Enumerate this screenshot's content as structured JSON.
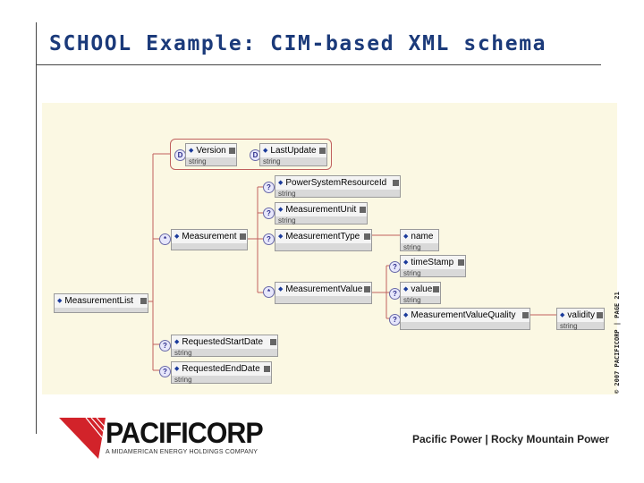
{
  "slide": {
    "title": "SCHOOL Example: CIM-based XML schema",
    "copyright": "© 2007 PACIFICORP | PAGE 21"
  },
  "schema": {
    "root": {
      "name": "MeasurementList"
    },
    "version": {
      "name": "Version",
      "type": "string"
    },
    "last_update": {
      "name": "LastUpdate",
      "type": "string"
    },
    "measurement": {
      "name": "Measurement"
    },
    "psr_id": {
      "name": "PowerSystemResourceId",
      "type": "string"
    },
    "unit": {
      "name": "MeasurementUnit",
      "type": "string"
    },
    "mtype": {
      "name": "MeasurementType"
    },
    "mtype_name": {
      "name": "name",
      "type": "string"
    },
    "mvalue": {
      "name": "MeasurementValue"
    },
    "timestamp": {
      "name": "timeStamp",
      "type": "string"
    },
    "value": {
      "name": "value",
      "type": "string"
    },
    "quality": {
      "name": "MeasurementValueQuality"
    },
    "validity": {
      "name": "validity",
      "type": "string"
    },
    "req_start": {
      "name": "RequestedStartDate",
      "type": "string"
    },
    "req_end": {
      "name": "RequestedEndDate",
      "type": "string"
    },
    "icons": {
      "attribute": "D",
      "optional": "?",
      "repeating": "*"
    },
    "colors": {
      "connector": "#c0615e",
      "canvas": "#fbf8e3",
      "title": "#1b3a7a"
    }
  },
  "footer": {
    "logo": "PACIFICORP",
    "tagline": "A MIDAMERICAN ENERGY HOLDINGS COMPANY",
    "brands": "Pacific Power | Rocky Mountain Power"
  }
}
